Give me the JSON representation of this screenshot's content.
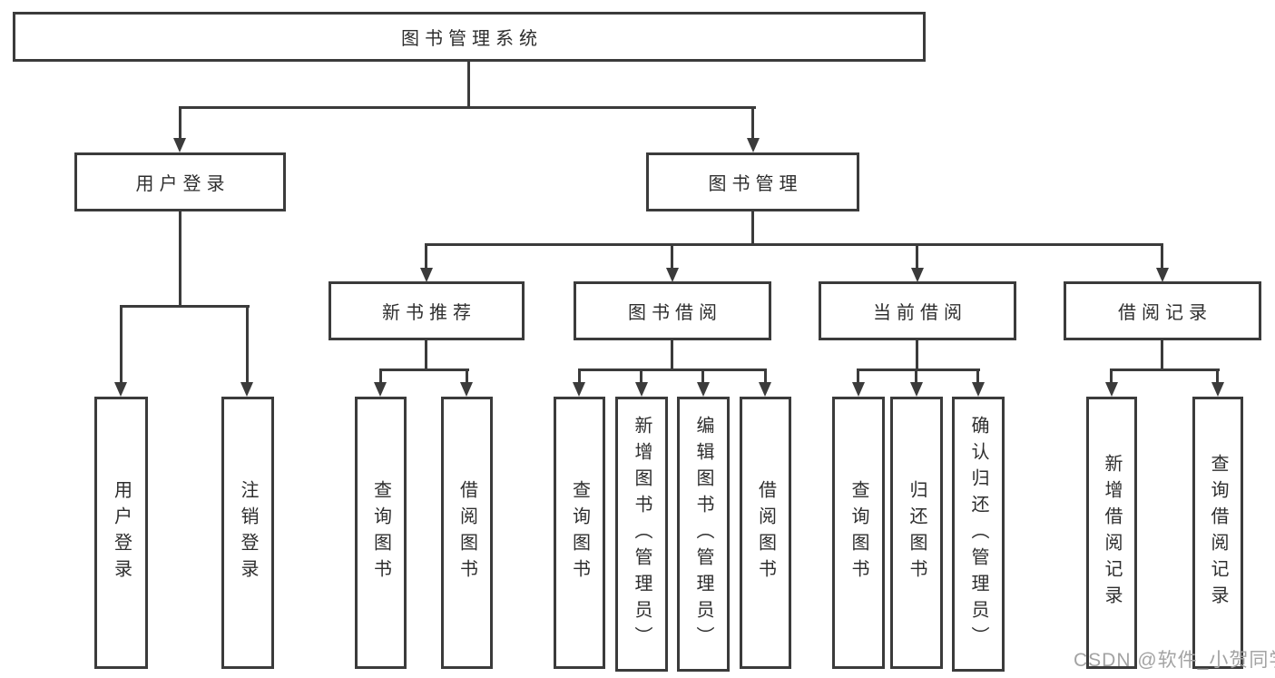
{
  "root": {
    "label": "图书管理系统"
  },
  "level2": {
    "user_login": {
      "label": "用户登录"
    },
    "book_management": {
      "label": "图书管理"
    }
  },
  "level3": {
    "new_book_recommend": {
      "label": "新书推荐"
    },
    "book_borrow": {
      "label": "图书借阅"
    },
    "current_borrow": {
      "label": "当前借阅"
    },
    "borrow_records": {
      "label": "借阅记录"
    }
  },
  "leaves": {
    "user_login_child_1": {
      "label": "用户登录"
    },
    "user_login_child_2": {
      "label": "注销登录"
    },
    "recommend_child_1": {
      "label": "查询图书"
    },
    "recommend_child_2": {
      "label": "借阅图书"
    },
    "borrow_child_1": {
      "label": "查询图书"
    },
    "borrow_child_2": {
      "label": "新增图书（管理员）"
    },
    "borrow_child_3": {
      "label": "编辑图书（管理员）"
    },
    "borrow_child_4": {
      "label": "借阅图书"
    },
    "current_child_1": {
      "label": "查询图书"
    },
    "current_child_2": {
      "label": "归还图书"
    },
    "current_child_3": {
      "label": "确认归还（管理员）"
    },
    "records_child_1": {
      "label": "新增借阅记录"
    },
    "records_child_2": {
      "label": "查询借阅记录"
    }
  },
  "watermark": "CSDN @软件_小贺同学",
  "colors": {
    "line": "#3b3b3b",
    "text": "#2e2e2e",
    "watermark": "#a3a3a3",
    "bg": "#ffffff"
  }
}
